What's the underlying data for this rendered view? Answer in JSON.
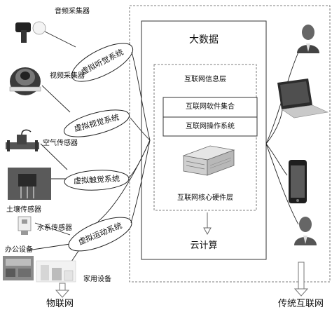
{
  "devices": {
    "audio": "音频采集器",
    "video": "视频采集器",
    "air": "空气传感器",
    "soil": "土壤传感器",
    "water": "水系传感器",
    "office": "办公设备",
    "home": "家用设备"
  },
  "virtual_systems": {
    "hearing": "虚拟听觉系统",
    "vision": "虚拟视觉系统",
    "touch": "虚拟触觉系统",
    "motion": "虚拟运动系统"
  },
  "core": {
    "big_data": "大数据",
    "info_layer": "互联网信息层",
    "software_set": "互联网软件集合",
    "os": "互联网操作系统",
    "hardware_layer": "互联网核心硬件层",
    "cloud": "云计算"
  },
  "footer": {
    "iot": "物联网",
    "traditional_internet": "传统互联网"
  }
}
